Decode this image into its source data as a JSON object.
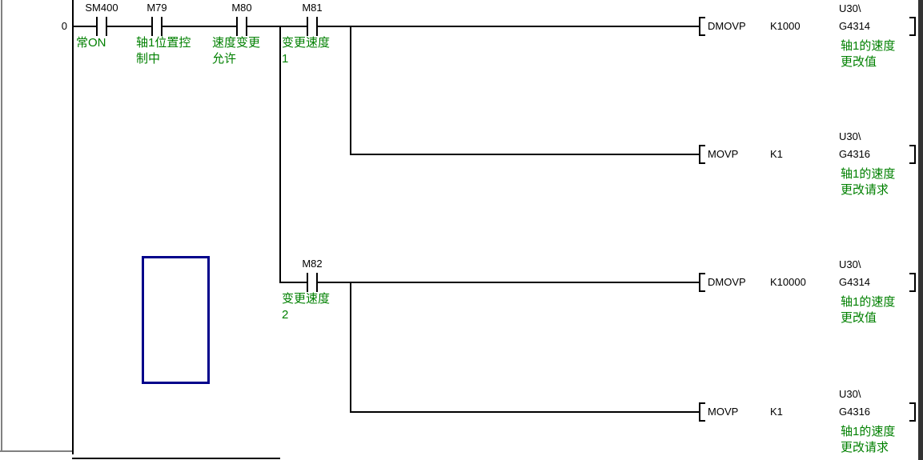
{
  "window": {
    "rung_number": "0"
  },
  "ladder": {
    "contacts": [
      {
        "label": "SM400",
        "comment1": "常ON",
        "comment2": ""
      },
      {
        "label": "M79",
        "comment1": "轴1位置控",
        "comment2": "制中"
      },
      {
        "label": "M80",
        "comment1": "速度变更",
        "comment2": "允许"
      },
      {
        "label": "M81",
        "comment1": "变更速度",
        "comment2": "1"
      },
      {
        "label": "M82",
        "comment1": "变更速度",
        "comment2": "2"
      }
    ],
    "instructions": [
      {
        "opcode": "DMOVP",
        "operand": "K1000",
        "device_prefix": "U30\\",
        "device": "G4314",
        "comment1": "轴1的速度",
        "comment2": "更改值"
      },
      {
        "opcode": "MOVP",
        "operand": "K1",
        "device_prefix": "U30\\",
        "device": "G4316",
        "comment1": "轴1的速度",
        "comment2": "更改请求"
      },
      {
        "opcode": "DMOVP",
        "operand": "K10000",
        "device_prefix": "U30\\",
        "device": "G4314",
        "comment1": "轴1的速度",
        "comment2": "更改值"
      },
      {
        "opcode": "MOVP",
        "operand": "K1",
        "device_prefix": "U30\\",
        "device": "G4316",
        "comment1": "轴1的速度",
        "comment2": "更改请求"
      }
    ],
    "colors": {
      "wire": "#000000",
      "comment_green": "#008000",
      "selection_blue": "#00008B",
      "frame_gray": "#808080",
      "right_edge": "#333333"
    }
  }
}
